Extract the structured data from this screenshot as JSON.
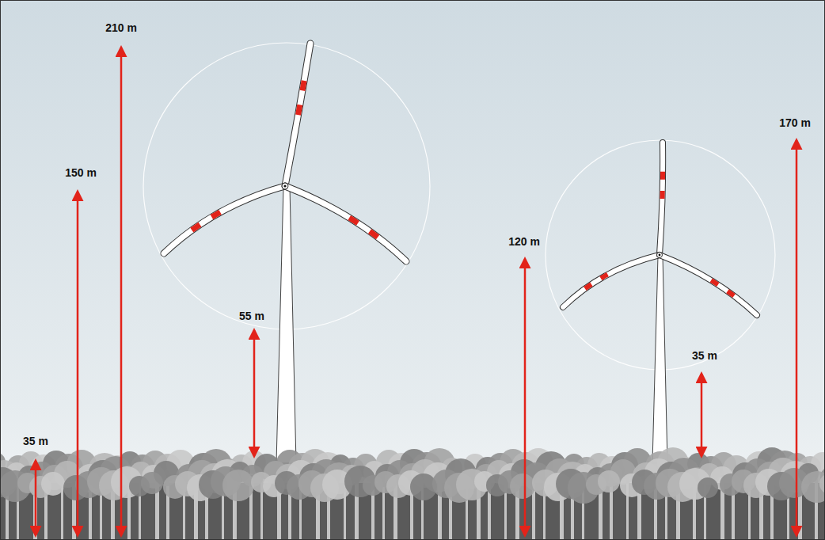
{
  "diagram": {
    "labels": [
      "210 m",
      "150 m",
      "35 m",
      "55 m",
      "120 m",
      "35 m",
      "170 m"
    ]
  }
}
